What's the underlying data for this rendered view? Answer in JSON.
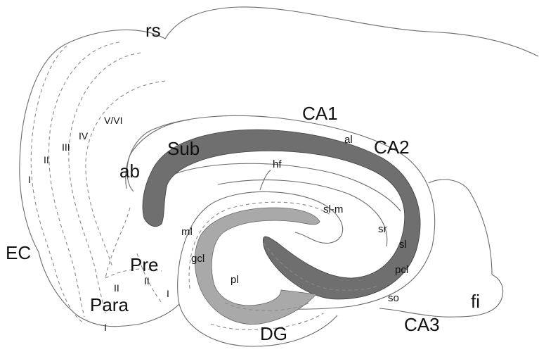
{
  "colors": {
    "dark_layer": "#6f6f6f",
    "light_layer": "#a9a9a9",
    "background": "#ffffff"
  },
  "labels": {
    "rs": "rs",
    "ca1": "CA1",
    "ca2": "CA2",
    "ca3": "CA3",
    "al": "al",
    "sub": "Sub",
    "ab": "ab",
    "hf": "hf",
    "sl_m": "sl-m",
    "sr": "sr",
    "sl": "sl",
    "pcl": "pcl",
    "so": "so",
    "fi": "fi",
    "dg": "DG",
    "ml": "ml",
    "gcl": "gcl",
    "pl": "pl",
    "pre": "Pre",
    "para": "Para",
    "ec": "EC",
    "layers": {
      "i_ec": "I",
      "ii_ec": "II",
      "iii_ec": "III",
      "iv_ec": "IV",
      "v_vi_ec": "V/VI",
      "ii_para": "II",
      "ii_pre": "II",
      "i_pre": "I",
      "i_para": "I"
    }
  }
}
